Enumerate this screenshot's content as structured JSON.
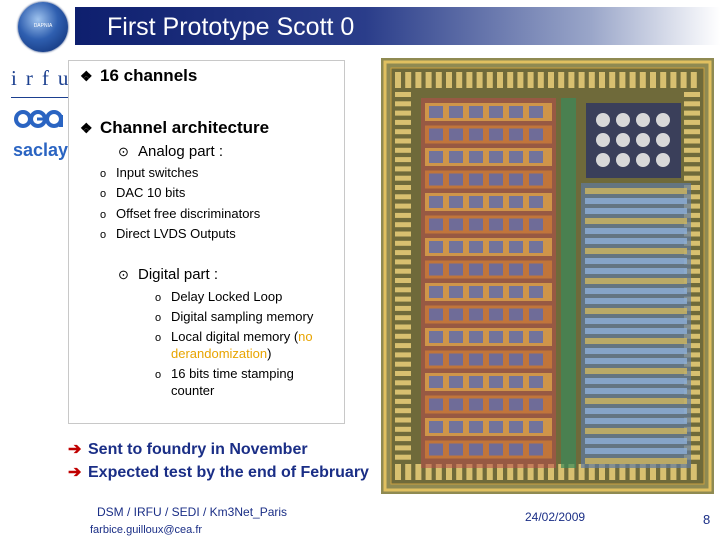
{
  "slide": {
    "title": "First Prototype Scott 0",
    "logo": {
      "globe_text": "DAPNIA",
      "irfu": "irfu",
      "saclay": "saclay"
    },
    "bullets": [
      {
        "marker": "❖",
        "text": "16 channels"
      },
      {
        "marker": "❖",
        "text": "Channel architecture"
      }
    ],
    "analog": {
      "marker": "⊙",
      "label": "Analog part :",
      "items": [
        "Input switches",
        "DAC 10 bits",
        "Offset free discriminators",
        "Direct LVDS Outputs"
      ]
    },
    "digital": {
      "marker": "⊙",
      "label": "Digital part :",
      "items": [
        "Delay Locked Loop",
        "Digital sampling memory"
      ],
      "item3_a": "Local digital memory (",
      "item3_b": "no",
      "item3_c": "derandomization",
      "item3_d": ")",
      "item4_a": "16 bits time stamping",
      "item4_b": "counter"
    },
    "item_marker": "o",
    "notes": [
      {
        "arrow": "➔",
        "text": "Sent to foundry in November"
      },
      {
        "arrow": "➔",
        "text": "Expected test by the end of February"
      }
    ],
    "footer": {
      "org": "DSM / IRFU / SEDI / Km3Net_Paris",
      "email": "farbice.guilloux@cea.fr",
      "date": "24/02/2009",
      "page": "8"
    },
    "colors": {
      "title_bar": "#0e1f6e",
      "text_blue": "#1a2e86",
      "arrow_red": "#c00000",
      "highlight": "#e8a400",
      "chip_background": "#9a8f52"
    }
  }
}
